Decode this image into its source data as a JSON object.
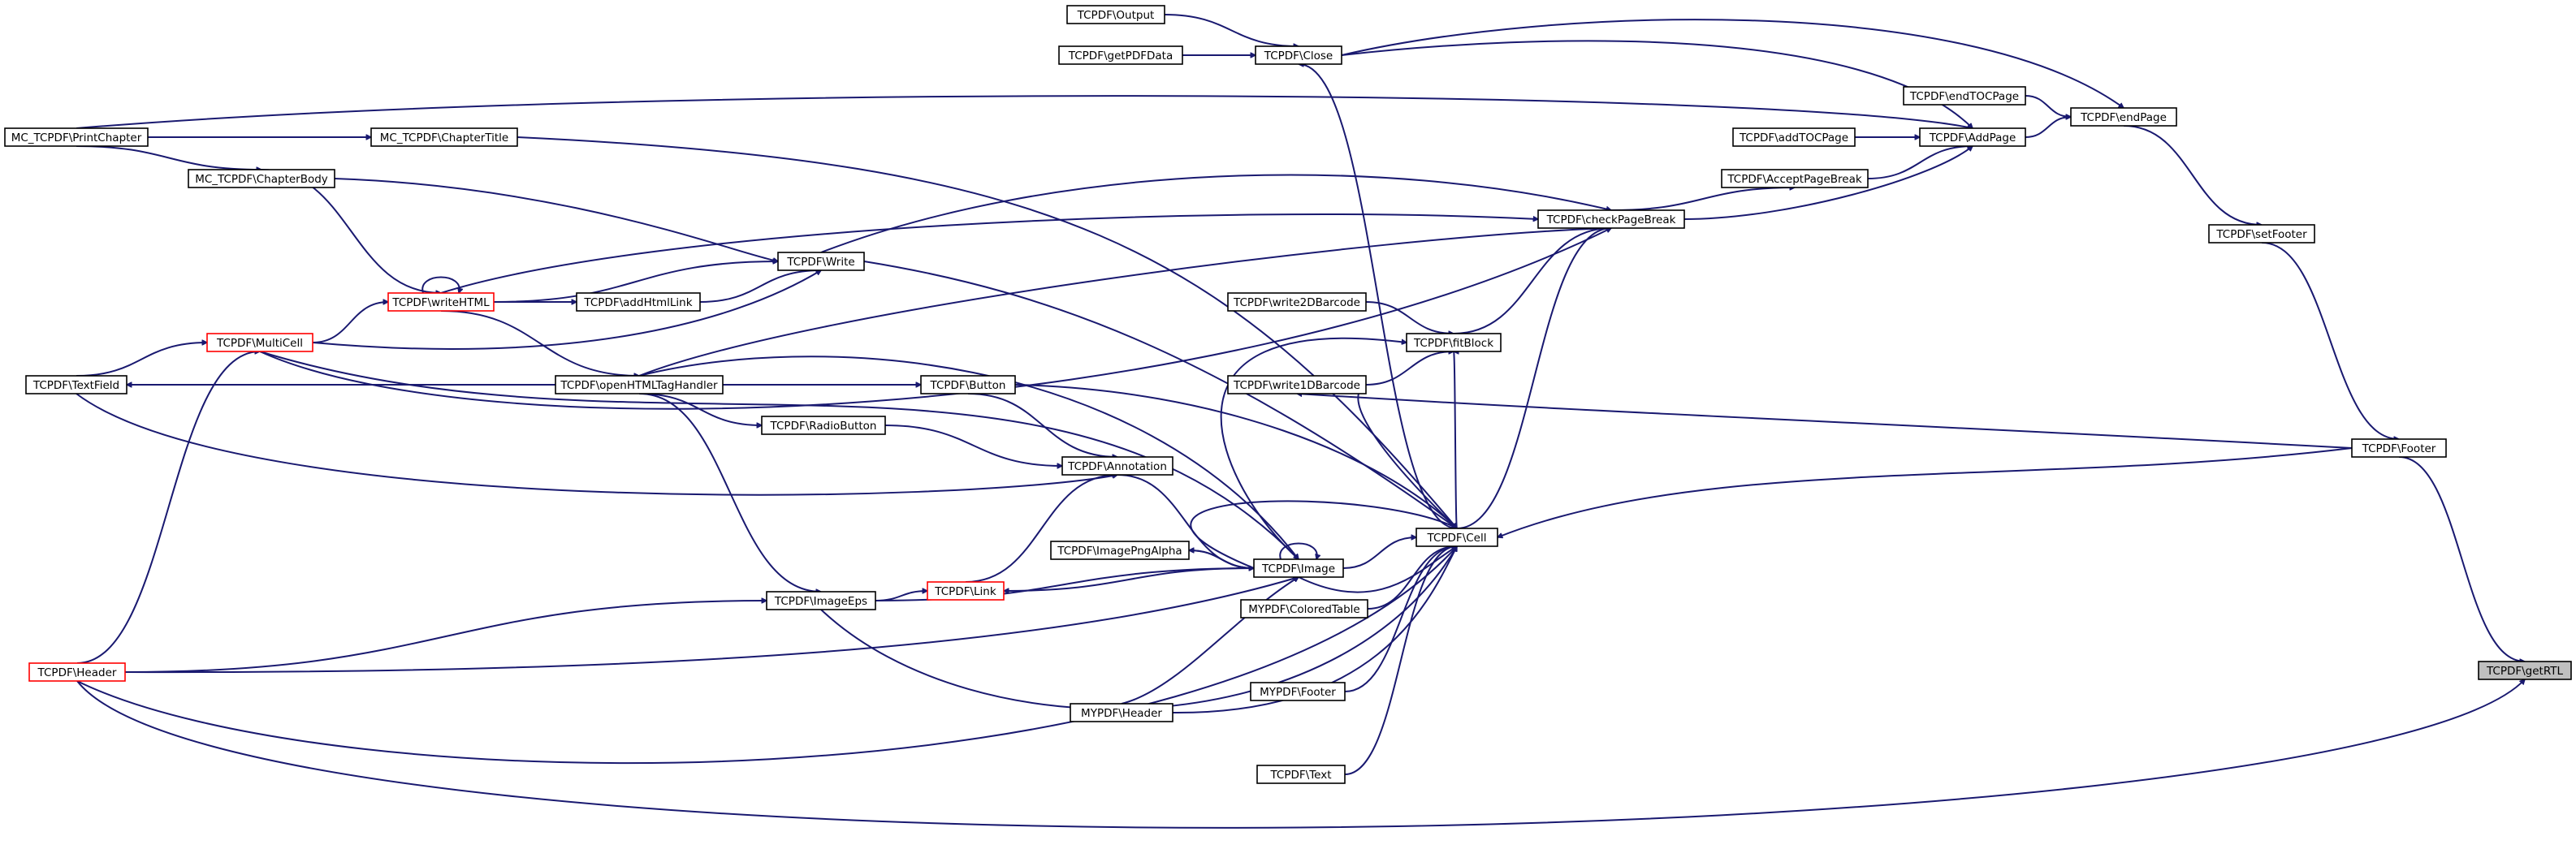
{
  "graph": {
    "kind": "call-graph",
    "colors": {
      "edge": "#191970",
      "node_border": "#000000",
      "node_border_incomplete": "#ff0000",
      "current_node_fill": "#bfbfbf",
      "node_fill": "#ffffff"
    },
    "nodes": [
      {
        "id": "output",
        "label": "TCPDF\\Output"
      },
      {
        "id": "close",
        "label": "TCPDF\\Close"
      },
      {
        "id": "getpdfdata",
        "label": "TCPDF\\getPDFData"
      },
      {
        "id": "printchapter",
        "label": "MC_TCPDF\\PrintChapter"
      },
      {
        "id": "chaptertitle",
        "label": "MC_TCPDF\\ChapterTitle"
      },
      {
        "id": "chapterbody",
        "label": "MC_TCPDF\\ChapterBody"
      },
      {
        "id": "endtocpage",
        "label": "TCPDF\\endTOCPage"
      },
      {
        "id": "endpage",
        "label": "TCPDF\\endPage"
      },
      {
        "id": "addtocpage",
        "label": "TCPDF\\addTOCPage"
      },
      {
        "id": "addpage",
        "label": "TCPDF\\AddPage"
      },
      {
        "id": "acceptpagebreak",
        "label": "TCPDF\\AcceptPageBreak"
      },
      {
        "id": "checkpagebreak",
        "label": "TCPDF\\checkPageBreak"
      },
      {
        "id": "setfooter",
        "label": "TCPDF\\setFooter"
      },
      {
        "id": "write",
        "label": "TCPDF\\Write"
      },
      {
        "id": "writehtml",
        "label": "TCPDF\\writeHTML"
      },
      {
        "id": "addhtmllink",
        "label": "TCPDF\\addHtmlLink"
      },
      {
        "id": "multicell",
        "label": "TCPDF\\MultiCell"
      },
      {
        "id": "write2dbarcode",
        "label": "TCPDF\\write2DBarcode"
      },
      {
        "id": "fitblock",
        "label": "TCPDF\\fitBlock"
      },
      {
        "id": "textfield",
        "label": "TCPDF\\TextField"
      },
      {
        "id": "openhtmltaghandler",
        "label": "TCPDF\\openHTMLTagHandler"
      },
      {
        "id": "button",
        "label": "TCPDF\\Button"
      },
      {
        "id": "write1dbarcode",
        "label": "TCPDF\\write1DBarcode"
      },
      {
        "id": "radiobutton",
        "label": "TCPDF\\RadioButton"
      },
      {
        "id": "footer",
        "label": "TCPDF\\Footer"
      },
      {
        "id": "annotation",
        "label": "TCPDF\\Annotation"
      },
      {
        "id": "cell",
        "label": "TCPDF\\Cell"
      },
      {
        "id": "imagepngalpha",
        "label": "TCPDF\\ImagePngAlpha"
      },
      {
        "id": "image",
        "label": "TCPDF\\Image"
      },
      {
        "id": "link",
        "label": "TCPDF\\Link"
      },
      {
        "id": "imageeps",
        "label": "TCPDF\\ImageEps"
      },
      {
        "id": "coloredtable",
        "label": "MYPDF\\ColoredTable"
      },
      {
        "id": "header",
        "label": "TCPDF\\Header"
      },
      {
        "id": "myfooter",
        "label": "MYPDF\\Footer"
      },
      {
        "id": "myheader",
        "label": "MYPDF\\Header"
      },
      {
        "id": "text",
        "label": "TCPDF\\Text"
      },
      {
        "id": "getrtl",
        "label": "TCPDF\\getRTL"
      }
    ]
  }
}
